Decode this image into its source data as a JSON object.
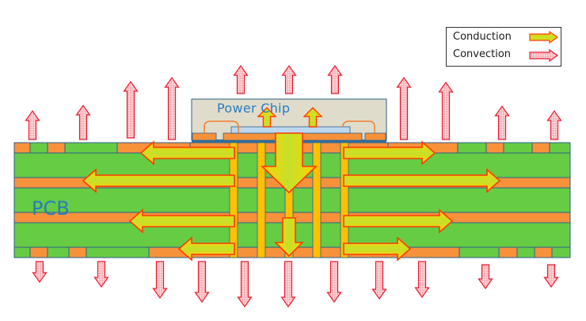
{
  "diagram": {
    "labels": {
      "chip": "Power  Chip",
      "pcb": "PCB"
    },
    "legend": {
      "items": [
        {
          "label": "Conduction",
          "kind": "conduction"
        },
        {
          "label": "Convection",
          "kind": "convection"
        }
      ]
    },
    "colors": {
      "board_green": "#66cc44",
      "copper_orange": "#f7923b",
      "via_yellow": "#ffc000",
      "outline_blue": "#2e5f8a",
      "chip_body": "#e0dccb",
      "die": "#bdd7ee",
      "conduction_fill": "#ffd700",
      "conduction_inner": "#c6e02b",
      "conduction_stroke": "#ff3b00",
      "convection_fill": "#f7a6ae",
      "convection_stroke": "#e8192c",
      "label_blue": "#2a7bbd",
      "bond_wire": "#ef7d31"
    }
  }
}
